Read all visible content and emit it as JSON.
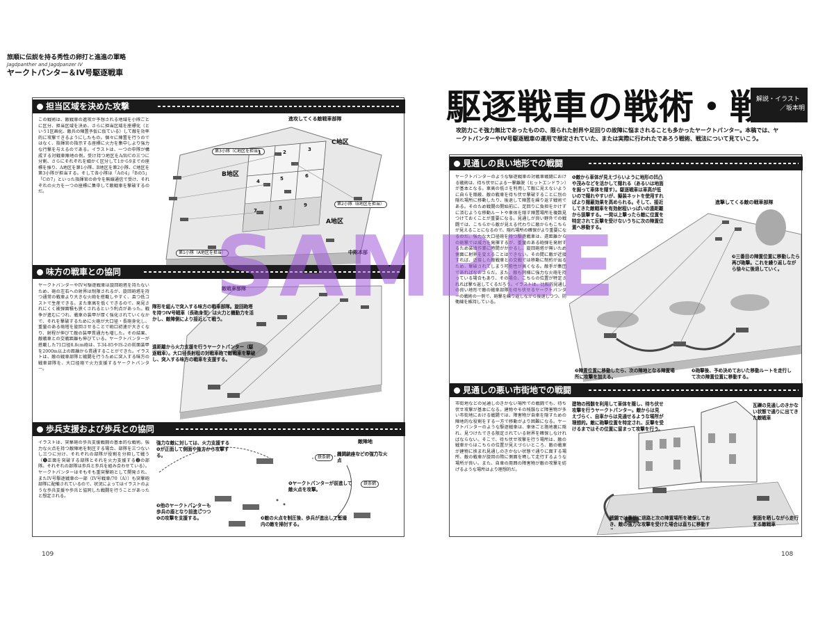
{
  "running_header": {
    "line1": "旅順に伝説を持る秀性の卵打と進進の軍略",
    "line2": "Jagdpanther and Jagdpanzer IV",
    "line3": "ヤークトパンター＆IV号駆逐戦車"
  },
  "left_page": {
    "page_number": "109",
    "sections": [
      {
        "heading": "担当区域を決めた攻撃",
        "text": "この戦術は、敵戦車の進攻が予想される地域を小隊ごとに区分、担当区域を決め、さらに担当区域を座標化（という1区画化、敵兵の陣置予仮に仮ている）して敵を効率的に攻撃できるようにしたもの。個々に陣置を行うのではなく、指揮官の指示する座標に火力を集中しより強力な行撃を与えるのである。イラストは、一つの中隊が構成する対戦車陣地の例。受け持つ地区をA/B/Cの三つに分割、さらにそれぞれを細かく区分して1から9までの座標を振り、A地区を第1小隊、B地区を第2小隊、C地区を第3小隊が担当する。そして各小隊は「Aの4」「Bの5」「Cの7」といった指揮官の命令を無線通信で受け、それぞれの火力を一つの座標に集中して敵戦車を撃破するのだ。",
        "labels": {
          "enemy_group": "進攻してくる敵戦車部隊",
          "zone_c": "C地区",
          "zone_b": "B地区",
          "zone_a": "A地区",
          "platoon_3": "第3小隊（C地区を担当）",
          "platoon_2": "第2小隊（B地区を担当）",
          "platoon_1": "第1小隊（A地区を担当）",
          "hq": "中隊本部"
        },
        "grid_numbers": [
          "1",
          "2",
          "3",
          "4",
          "5",
          "6",
          "7",
          "8",
          "9"
        ]
      },
      {
        "heading": "味方の戦車との協同",
        "text": "ヤークトパンターやIV号駆逐戦車は旋回砲塔を持たないため、砲の左右への射界は制限されるが、旋回砲塔を持つ通常の戦車より大きな火砲を搭載しやすく、且つ低コストで生産できる。また車高を低くできるので、発見されにくく被弾面積も狭くされるという利点があった。戦争が進むにつれ、戦車の装甲が厚く強化されていくなかで、それを撃破するために火砲が大口径・長砲身化し、重量のある砲塔を旋回させることで砲口初速が大きくなり、射程が伸びて敵の装甲貫通力も増した。その結果、敵戦車との交戦距離も伸びている。ヤークトパンターが搭載した71口径8.8cm砲は、T-34-85やIS-2の前面装甲を2000m以上の距離から貫通することができた。イラストは、敵の戦車部隊と戦闘を行うために突入する味方の戦車部隊を、大口径砲で火力支援するヤークトパンター。",
        "labels": {
          "enemy": "敵戦車部隊",
          "note_advance": "隊形を組んで突入する味方の戦車部隊。旋回砲塔を持つIV号戦車（長砲身型）は火力と機動力を活かし、敵陣側により接近して戦う。",
          "note_support": "遠距離から火力支援を行うヤークトパンター（駆逐戦車）。大口径長射程の対戦車砲で敵戦車を撃破し、突入する味方の戦車を支援する。"
        }
      },
      {
        "heading": "歩兵支援および歩兵との協同",
        "text": "イラストは、突撃砲の歩兵支援戦闘の基本的な戦術。強力な火点を持つ敵陣地を制圧する場合、部隊を三つないし三つに分け、それぞれの部隊が役割を分担して戦う（❶正面を突破する部隊とそれを火力支援する❷の部隊。それぞれの部隊は歩兵と歩兵を組み合わせている）。ヤークトパンターはそもそも重突撃砲として開発され、またIV号駆逐戦車の一部（IV号戦車/70（A））も突撃砲部隊に配備されているので、状況によってはイラストのような歩兵支援や歩兵と協同した戦闘を行うことがあったと想定される。",
        "labels": {
          "note_fire": "強力な敵に対しては、火力支援する❶が正面して側面や後方から攻撃する。",
          "enemy_pos": "敵陣地",
          "strong_point": "機関銃座などの強力な火点",
          "obstacle1": "鉄条網",
          "obstacle2": "鉄条網",
          "note_flank": "❶ヤークトパンターが前進して敵火点を攻撃。",
          "note_other": "❷他のヤークトパンターも歩兵の盾となり前進しつつ❶の攻撃を支援する。",
          "note_suppress": "❸敵の火点を制圧後、歩兵が進出して塹壕内の敵を掃討する。"
        }
      }
    ]
  },
  "right_page": {
    "page_number": "108",
    "title": "駆逐戦車の戦術・戦法",
    "credit_line1": "解説・イラスト",
    "credit_line2": "／坂本明",
    "lead": "攻防力こそ強力無比であったものの、限られた射界や足回りの故障に悩まされることも多かったヤークトパンター。本稿では、ヤークトパンターやIV号駆逐戦車の運用で想定されていた、または実際に行われたであろう戦術、戦法について見ていこう。",
    "sections": [
      {
        "heading": "見通しの良い地形での戦闘",
        "text": "ヤークトパンターのような駆逐戦車の対戦車戦闘における戦術は、待ち伏せによる一撃離脱（ヒットエンドラン）が基本となる。車高の低さを利用して敵に見えないように自らを隠蔽、敵の戦車を待ち伏せ撃破することに別の隠れ場所に移動したり、後退して陣置を繰り返す戦術である。そのため戦闘の開始前に、足回りに負担をかけずに済むような移動ルートや車体を隠す陣置場所を複数見つけておくことが重要になる。見通しが良い野外での戦闘では、こちらから敵が見える代わりに敵からもこちらが見えることになるので、隠れ場所の確保がより重要になるのだ。強力な大口径砲を持つ駆逐戦車は、遠距離からの砲撃では威力を発揮するが、重量のある砲弾を発射するため装填作業に時間がかかるし、旋回砲塔が無いため側面に射界を変えることはできない。その間に敵が近接すれば、近接した敵戦車との交戦では移動に制約が出るため、撃破されてしまう可能性が高くなる。敵手が集団であればなおさらだ。また、敵も同様に強力な火砲を持っている場合もあり、その場合、こちらの位置が特定されれば撃ち返してくるだろう。イラストは、比較的見通しの良い地形で敵の戦車部隊を待ち伏せるヤークトパンターの戦術の一例で、砲撃を繰り返しながら後退しつつ、防衛線を維持している。",
        "labels": {
          "note_cover": "❶敵から車体が見えづらいように地形の凹凸や茂みなどを活かして隠れる（あるいは地面を掘って車体を隠す）。駆逐戦車は車高が低いので隠れやすいが、擬装ネットを使用すればより隠蔽効果を高められる。そして、接近してきた敵戦車を有効射程いっぱいの遠距離から狙撃する。一発以上撃ったら敵に位置を特定されて反撃を受けないうちに次の陣置位置へ移動する。",
          "enemy": "進撃してくる敵の戦車部隊",
          "note_third": "❸三番目の陣置位置に移動したら再び砲撃。これを繰り返しながら徐々に後退していく。",
          "note_second": "❷陣置位置に移動したら、次の陣地となる陣置場所に攻撃を加える。",
          "note_route": "❸砲撃後、予め決めておいた移動ルートを走行して次の陣置位置に移動する。"
        }
      },
      {
        "heading": "見通しの悪い市街地での戦闘",
        "text": "市街地などの見通しのきかない場所での戦闘でも、待ち伏せ攻撃が基本になる。建物やその残骸など障害物が多い市街地における戦闘では、障害物が自車を隠すための陣地的な役割をする一方で移動がより困難になる。ヤークトパンターのような駆逐戦車は、車体ごと路地裏に隠れ、見つけたできる限定されている射界を確保しなければならない。そこで、待ち伏せ攻撃を行う場所は、敵の戦車からはこちらの位置が見えづらいところ、敵の戦車が建物に挟まれ見通しのきかない状態で通りに面する場所、敵の戦車が旋回の際に側面を晒して走行するような場所が良い。また、自車の周囲の障害物が敵の攻撃を妨げるような場所はより理想的だ。",
        "labels": {
          "note_building": "建物の残骸を利用して車体を隠し、待ち伏せ攻撃を行うヤークトパンター。敵からは見えづらく、自車からは見通せるような場所が理想的。敵に砲撃位置を特定され、反撃を受けるまではその位置に留まって攻撃を行う。",
          "note_enemy": "瓦礫の見通しのきかない状態で通りに出てきた敵戦車",
          "note_move": "戦闘では事前に退路と次の陣置場所を確保しておき、敵の強力な攻撃を受けた場合は直ちに移動する。",
          "note_side": "側面を晒しながら走行する敵戦車"
        }
      }
    ]
  },
  "watermark": "SAMPLE",
  "colors": {
    "heading_bg": "#1a1a1a",
    "watermark": "#a05adc"
  }
}
